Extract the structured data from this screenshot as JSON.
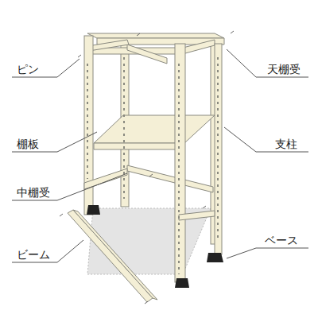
{
  "diagram": {
    "labels": [
      "ピン",
      "天棚受",
      "棚板",
      "支柱",
      "中棚受",
      "ベース",
      "ビーム"
    ]
  }
}
